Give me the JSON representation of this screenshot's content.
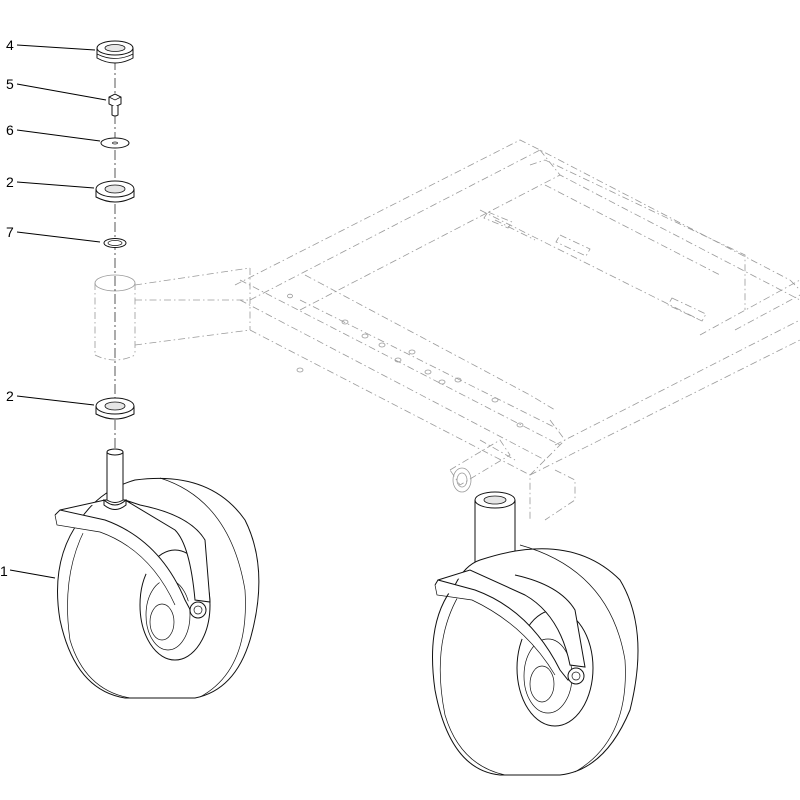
{
  "callouts": [
    {
      "id": "c4",
      "label": "4"
    },
    {
      "id": "c5",
      "label": "5"
    },
    {
      "id": "c6",
      "label": "6"
    },
    {
      "id": "c2a",
      "label": "2"
    },
    {
      "id": "c7",
      "label": "7"
    },
    {
      "id": "c2b",
      "label": "2"
    },
    {
      "id": "c1",
      "label": "1"
    }
  ]
}
